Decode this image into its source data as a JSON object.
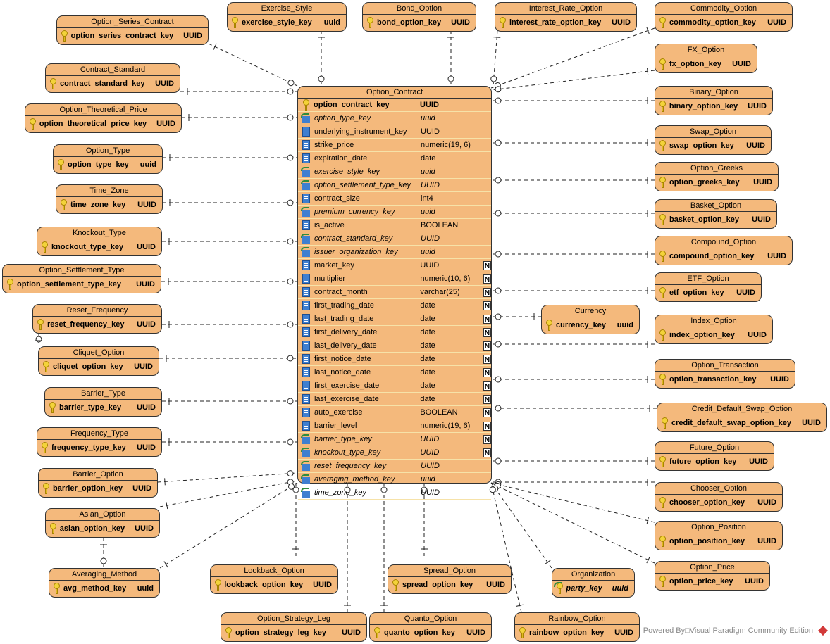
{
  "main_table": {
    "name": "Option_Contract",
    "columns": [
      {
        "name": "option_contract_key",
        "type": "UUID",
        "kind": "pk",
        "nullable": false
      },
      {
        "name": "option_type_key",
        "type": "uuid",
        "kind": "fk",
        "nullable": false
      },
      {
        "name": "underlying_instrument_key",
        "type": "UUID",
        "kind": "col",
        "nullable": false
      },
      {
        "name": "strike_price",
        "type": "numeric(19, 6)",
        "kind": "col",
        "nullable": false
      },
      {
        "name": "expiration_date",
        "type": "date",
        "kind": "col",
        "nullable": false
      },
      {
        "name": "exercise_style_key",
        "type": "uuid",
        "kind": "fk",
        "nullable": false
      },
      {
        "name": "option_settlement_type_key",
        "type": "UUID",
        "kind": "fk",
        "nullable": false
      },
      {
        "name": "contract_size",
        "type": "int4",
        "kind": "col",
        "nullable": false
      },
      {
        "name": "premium_currency_key",
        "type": "uuid",
        "kind": "fk",
        "nullable": false
      },
      {
        "name": "is_active",
        "type": "BOOLEAN",
        "kind": "col",
        "nullable": false
      },
      {
        "name": "contract_standard_key",
        "type": "UUID",
        "kind": "fk",
        "nullable": false
      },
      {
        "name": "issuer_organization_key",
        "type": "uuid",
        "kind": "fk",
        "nullable": false
      },
      {
        "name": "market_key",
        "type": "UUID",
        "kind": "col",
        "nullable": true
      },
      {
        "name": "multiplier",
        "type": "numeric(10, 6)",
        "kind": "col",
        "nullable": true
      },
      {
        "name": "contract_month",
        "type": "varchar(25)",
        "kind": "col",
        "nullable": true
      },
      {
        "name": "first_trading_date",
        "type": "date",
        "kind": "col",
        "nullable": true
      },
      {
        "name": "last_trading_date",
        "type": "date",
        "kind": "col",
        "nullable": true
      },
      {
        "name": "first_delivery_date",
        "type": "date",
        "kind": "col",
        "nullable": true
      },
      {
        "name": "last_delivery_date",
        "type": "date",
        "kind": "col",
        "nullable": true
      },
      {
        "name": "first_notice_date",
        "type": "date",
        "kind": "col",
        "nullable": true
      },
      {
        "name": "last_notice_date",
        "type": "date",
        "kind": "col",
        "nullable": true
      },
      {
        "name": "first_exercise_date",
        "type": "date",
        "kind": "col",
        "nullable": true
      },
      {
        "name": "last_exercise_date",
        "type": "date",
        "kind": "col",
        "nullable": true
      },
      {
        "name": "auto_exercise",
        "type": "BOOLEAN",
        "kind": "col",
        "nullable": true
      },
      {
        "name": "barrier_level",
        "type": "numeric(19, 6)",
        "kind": "col",
        "nullable": true
      },
      {
        "name": "barrier_type_key",
        "type": "UUID",
        "kind": "fk",
        "nullable": true
      },
      {
        "name": "knockout_type_key",
        "type": "UUID",
        "kind": "fk",
        "nullable": true
      },
      {
        "name": "reset_frequency_key",
        "type": "UUID",
        "kind": "fk",
        "nullable": false
      },
      {
        "name": "averaging_method_key",
        "type": "uuid",
        "kind": "fk",
        "nullable": false
      },
      {
        "name": "time_zone_key",
        "type": "UUID",
        "kind": "fk",
        "nullable": false
      }
    ],
    "nullable_mark": "N"
  },
  "entities": [
    {
      "name": "Option_Series_Contract",
      "key": "option_series_contract_key",
      "type": "UUID"
    },
    {
      "name": "Exercise_Style",
      "key": "exercise_style_key",
      "type": "uuid"
    },
    {
      "name": "Bond_Option",
      "key": "bond_option_key",
      "type": "UUID"
    },
    {
      "name": "Interest_Rate_Option",
      "key": "interest_rate_option_key",
      "type": "UUID"
    },
    {
      "name": "Commodity_Option",
      "key": "commodity_option_key",
      "type": "UUID"
    },
    {
      "name": "FX_Option",
      "key": "fx_option_key",
      "type": "UUID"
    },
    {
      "name": "Contract_Standard",
      "key": "contract_standard_key",
      "type": "UUID"
    },
    {
      "name": "Option_Theoretical_Price",
      "key": "option_theoretical_price_key",
      "type": "UUID"
    },
    {
      "name": "Binary_Option",
      "key": "binary_option_key",
      "type": "UUID"
    },
    {
      "name": "Swap_Option",
      "key": "swap_option_key",
      "type": "UUID"
    },
    {
      "name": "Option_Type",
      "key": "option_type_key",
      "type": "uuid"
    },
    {
      "name": "Option_Greeks",
      "key": "option_greeks_key",
      "type": "UUID"
    },
    {
      "name": "Time_Zone",
      "key": "time_zone_key",
      "type": "UUID"
    },
    {
      "name": "Basket_Option",
      "key": "basket_option_key",
      "type": "UUID"
    },
    {
      "name": "Knockout_Type",
      "key": "knockout_type_key",
      "type": "UUID"
    },
    {
      "name": "Compound_Option",
      "key": "compound_option_key",
      "type": "UUID"
    },
    {
      "name": "Option_Settlement_Type",
      "key": "option_settlement_type_key",
      "type": "UUID"
    },
    {
      "name": "ETF_Option",
      "key": "etf_option_key",
      "type": "UUID"
    },
    {
      "name": "Currency",
      "key": "currency_key",
      "type": "uuid"
    },
    {
      "name": "Reset_Frequency",
      "key": "reset_frequency_key",
      "type": "UUID"
    },
    {
      "name": "Index_Option",
      "key": "index_option_key",
      "type": "UUID"
    },
    {
      "name": "Cliquet_Option",
      "key": "cliquet_option_key",
      "type": "UUID"
    },
    {
      "name": "Option_Transaction",
      "key": "option_transaction_key",
      "type": "UUID"
    },
    {
      "name": "Barrier_Type",
      "key": "barrier_type_key",
      "type": "UUID"
    },
    {
      "name": "Credit_Default_Swap_Option",
      "key": "credit_default_swap_option_key",
      "type": "UUID"
    },
    {
      "name": "Frequency_Type",
      "key": "frequency_type_key",
      "type": "UUID"
    },
    {
      "name": "Future_Option",
      "key": "future_option_key",
      "type": "UUID"
    },
    {
      "name": "Barrier_Option",
      "key": "barrier_option_key",
      "type": "UUID"
    },
    {
      "name": "Chooser_Option",
      "key": "chooser_option_key",
      "type": "UUID"
    },
    {
      "name": "Asian_Option",
      "key": "asian_option_key",
      "type": "UUID"
    },
    {
      "name": "Option_Position",
      "key": "option_position_key",
      "type": "UUID"
    },
    {
      "name": "Averaging_Method",
      "key": "avg_method_key",
      "type": "uuid"
    },
    {
      "name": "Option_Price",
      "key": "option_price_key",
      "type": "UUID"
    },
    {
      "name": "Lookback_Option",
      "key": "lookback_option_key",
      "type": "UUID"
    },
    {
      "name": "Spread_Option",
      "key": "spread_option_key",
      "type": "UUID"
    },
    {
      "name": "Organization",
      "key": "party_key",
      "type": "uuid",
      "foreign": true
    },
    {
      "name": "Option_Strategy_Leg",
      "key": "option_strategy_leg_key",
      "type": "UUID"
    },
    {
      "name": "Quanto_Option",
      "key": "quanto_option_key",
      "type": "UUID"
    },
    {
      "name": "Rainbow_Option",
      "key": "rainbow_option_key",
      "type": "UUID"
    }
  ],
  "watermark": "Powered By□Visual Paradigm Community Edition"
}
